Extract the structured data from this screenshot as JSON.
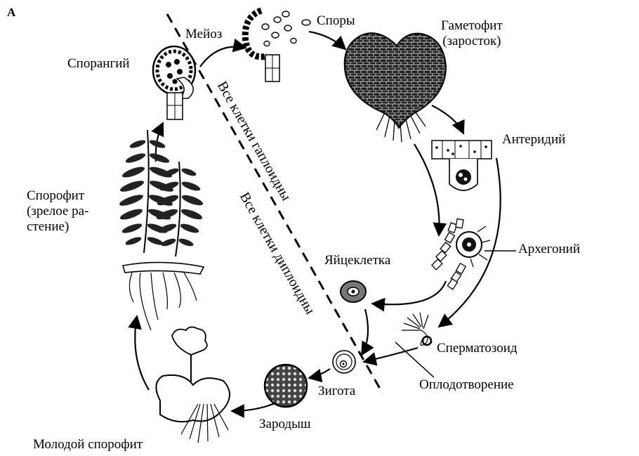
{
  "panel_letter": "А",
  "labels": {
    "meiosis": "Мейоз",
    "spores": "Споры",
    "gametophyte": [
      "Гаметофит",
      "(заросток)"
    ],
    "sporangium": "Спорангий",
    "antheridium": "Антеридий",
    "archegonium": "Архегоний",
    "egg": "Яйцеклетка",
    "sporophyte": [
      "Спорофит",
      "(зрелое ра-",
      "стение)"
    ],
    "sperm": "Сперматозоид",
    "fertilization": "Оплодотворение",
    "zygote": "Зигота",
    "embryo": "Зародыш",
    "young_sporophyte": "Молодой спорофит"
  },
  "zones": {
    "haploid": "Все клетки гаплоидны",
    "diploid": "Все клетки диплоидны"
  },
  "colors": {
    "ink": "#000000",
    "fill_dark": "#1a1a1a",
    "fill_mid": "#555555",
    "paper": "#ffffff"
  }
}
